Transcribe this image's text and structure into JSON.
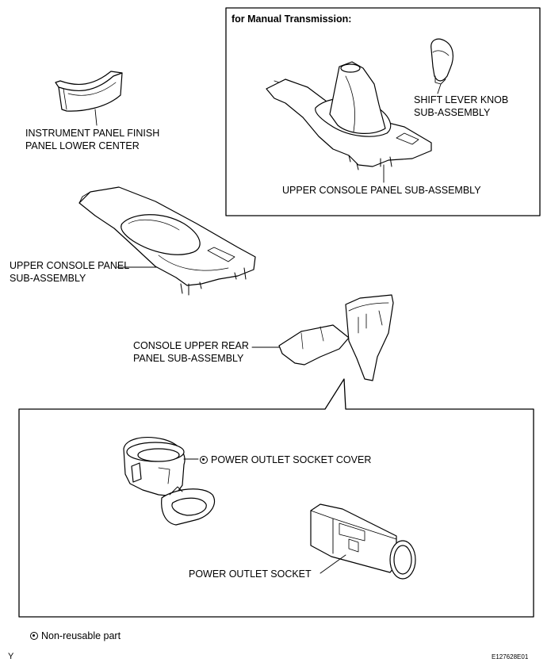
{
  "manual_box": {
    "title": "for Manual Transmission:"
  },
  "labels": {
    "finish_panel_line1": "INSTRUMENT PANEL FINISH",
    "finish_panel_line2": "PANEL LOWER CENTER",
    "shift_knob_line1": "SHIFT LEVER KNOB",
    "shift_knob_line2": "SUB-ASSEMBLY",
    "upper_console_manual": "UPPER CONSOLE PANEL SUB-ASSEMBLY",
    "upper_console_line1": "UPPER CONSOLE PANEL",
    "upper_console_line2": "SUB-ASSEMBLY",
    "rear_panel_line1": "CONSOLE UPPER REAR",
    "rear_panel_line2": "PANEL SUB-ASSEMBLY",
    "socket_cover": "POWER OUTLET SOCKET COVER",
    "socket": "POWER OUTLET SOCKET"
  },
  "legend": {
    "non_reusable": "Non-reusable part"
  },
  "corner": {
    "left": "Y",
    "code": "E127628E01"
  }
}
